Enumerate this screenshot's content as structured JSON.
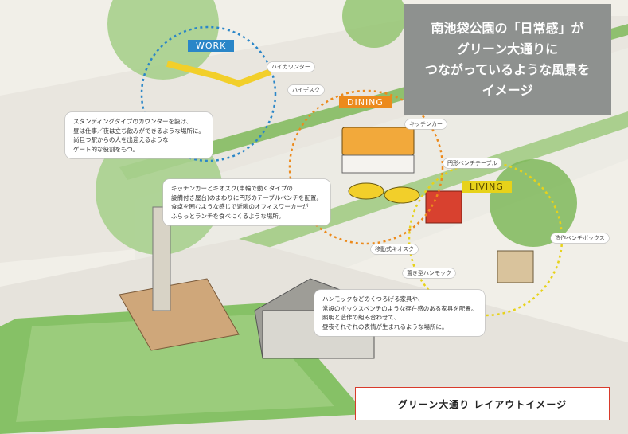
{
  "title": {
    "lines": [
      "南池袋公園の「日常感」が",
      "グリーン大通りに",
      "つながっているような風景を",
      "イメージ"
    ]
  },
  "zones": {
    "work": "WORK",
    "dining": "DINING",
    "living": "LIVING"
  },
  "zone_colors": {
    "work": "#2a86c8",
    "dining": "#ec8a1c",
    "living": "#e7d21a",
    "title_bg": "#8e918f",
    "caption_border": "#d93a2b"
  },
  "tags": {
    "high_counter": "ハイカウンター",
    "high_desk": "ハイデスク",
    "kitchen_car": "キッチンカー",
    "round_bench_table": "円形ベンチテーブル",
    "built_bench_box": "造作ベンチボックス",
    "mobile_kiosk": "移動式キオスク",
    "placed_hammock": "置き型ハンモック"
  },
  "callouts": {
    "work": [
      "スタンディングタイプのカウンターを設け、",
      "昼は仕事／夜は立ち飲みができるような場所に。",
      "尚且つ駅からの人を出迎えるような",
      "ゲート的な役割をもつ。"
    ],
    "dining": [
      "キッチンカーとキオスク(車輪で動くタイプの",
      "設備付き屋台)のまわりに円形のテーブルベンチを配置。",
      "食卓を囲むような感じで近隣のオフィスワーカーが",
      "ふらっとランチを食べにくるような場所。"
    ],
    "living": [
      "ハンモックなどのくつろげる家具や、",
      "常設のボックスベンチのような存在感のある家具を配置。",
      "照明と造作の組み合わせて、",
      "昼夜それぞれの表情が生まれるような場所に。"
    ]
  },
  "caption": "グリーン大通り レイアウトイメージ"
}
